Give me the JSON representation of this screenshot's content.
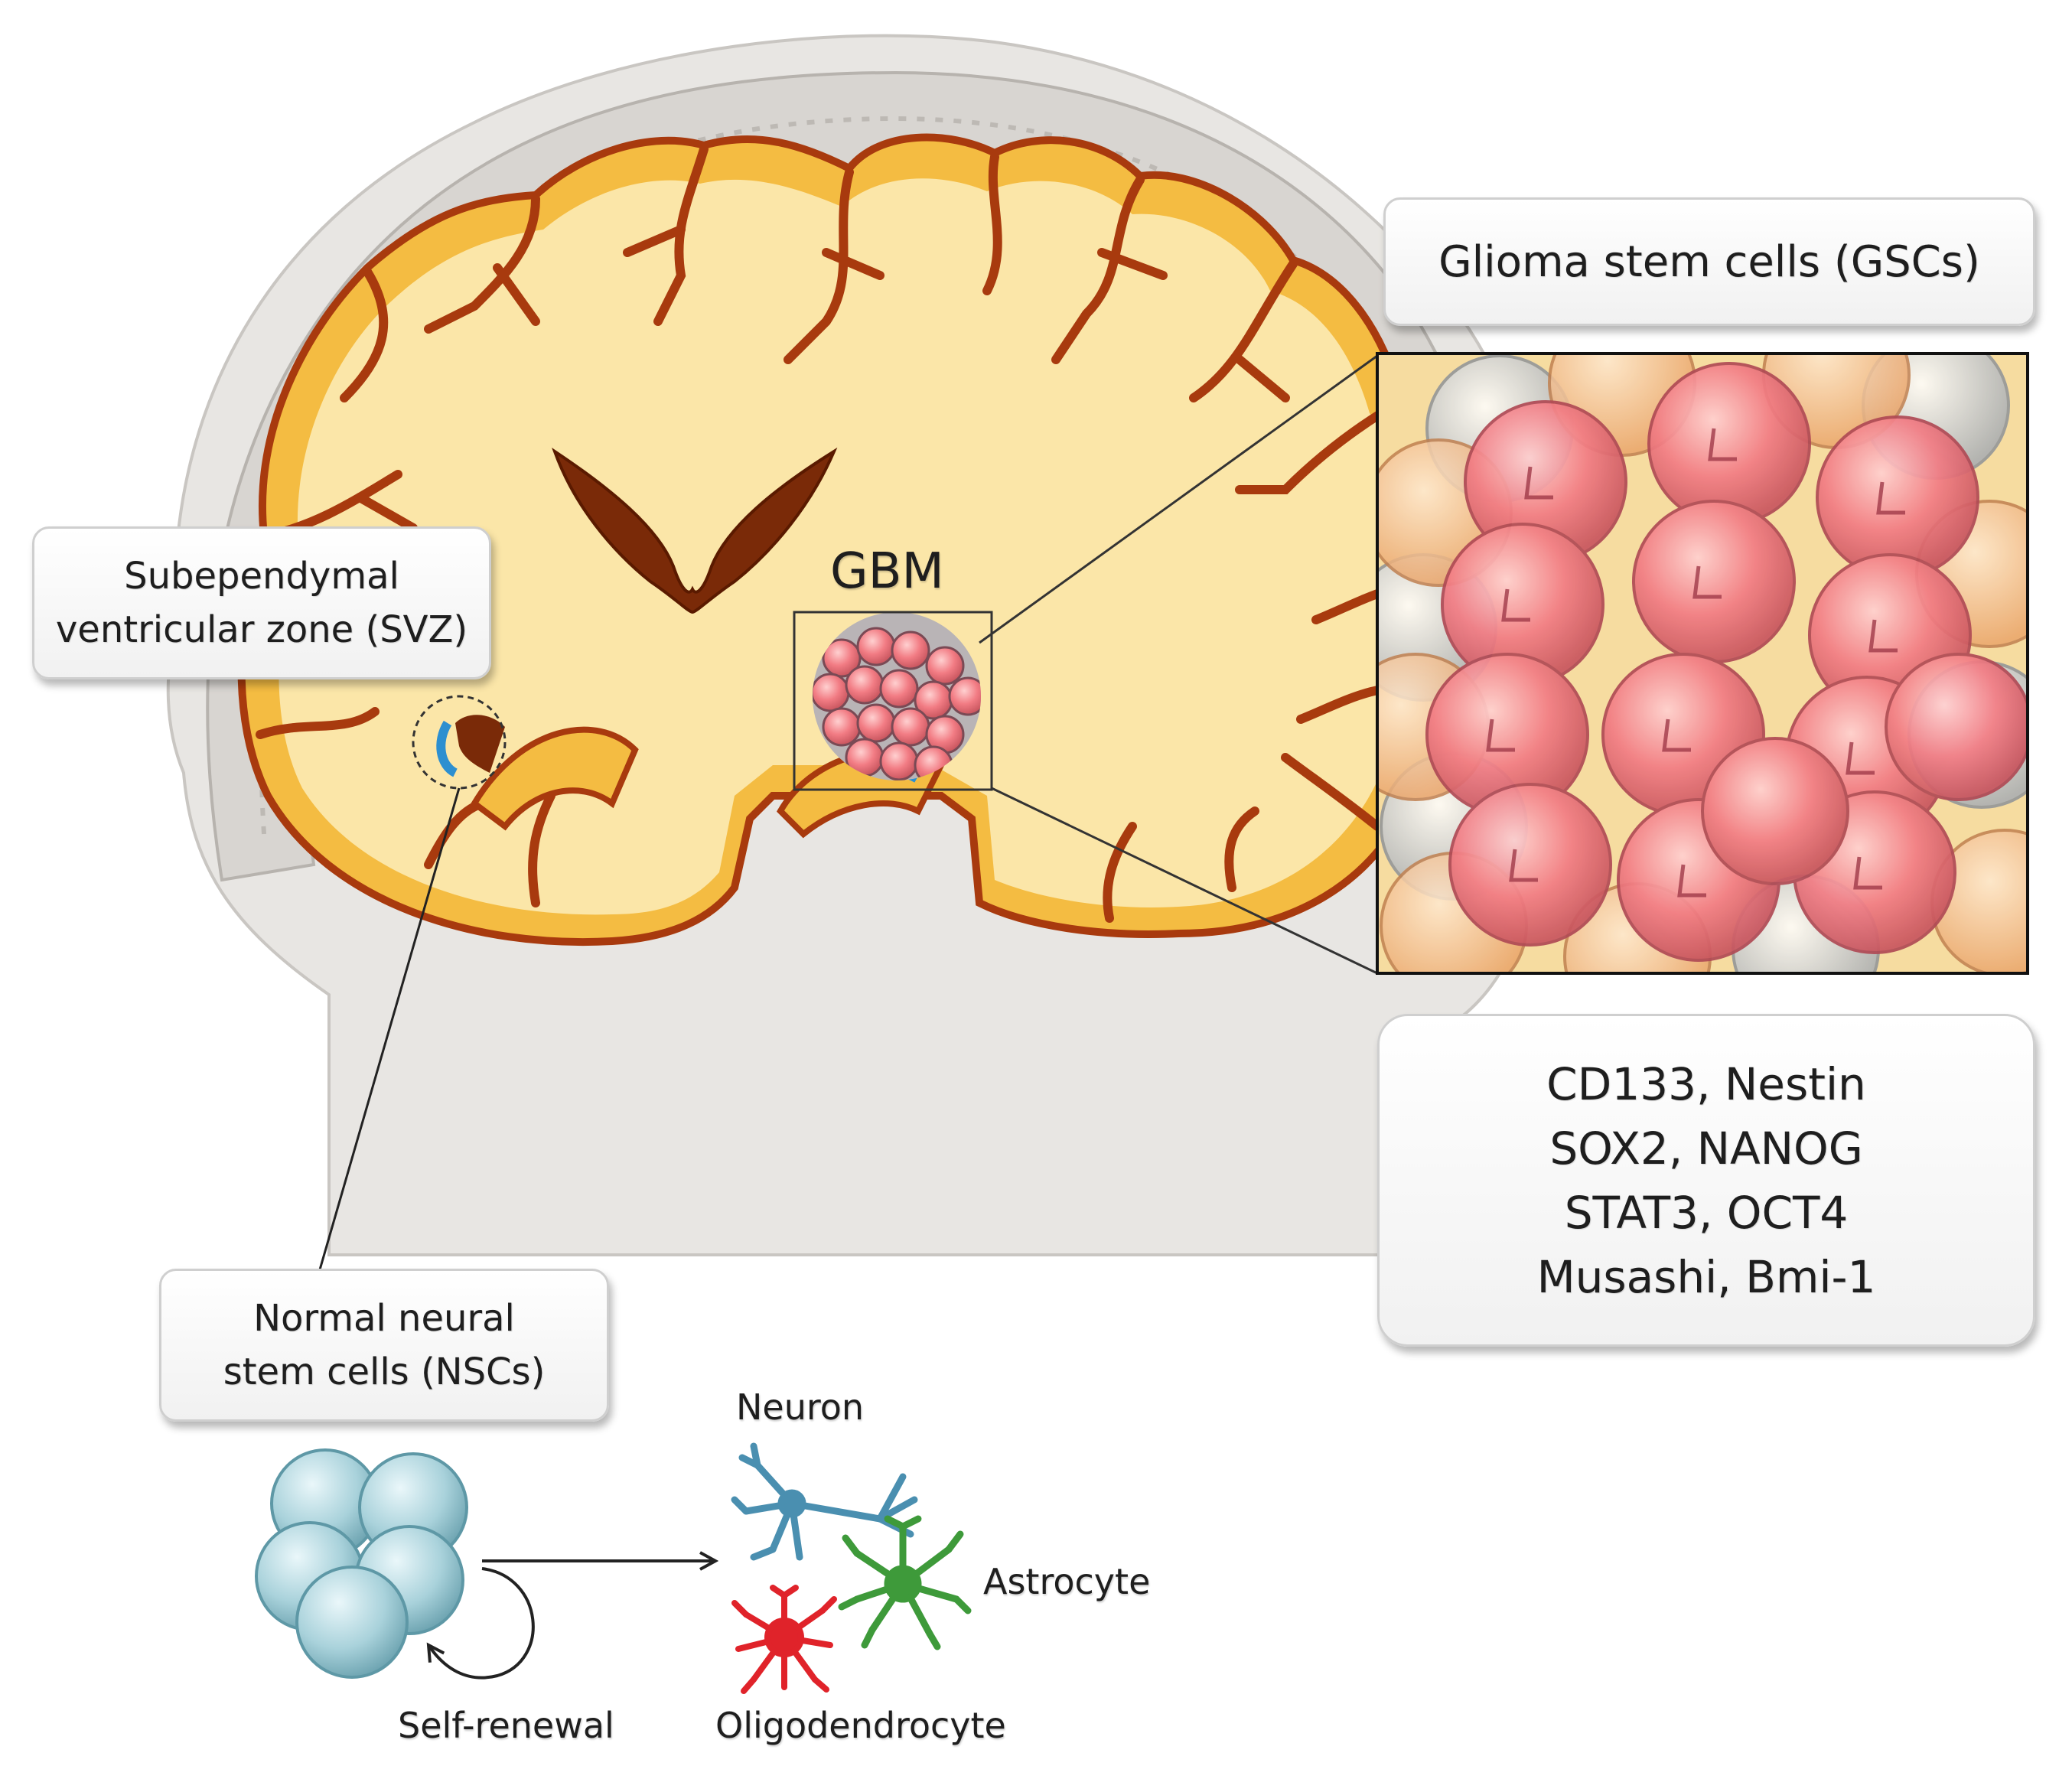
{
  "labels": {
    "svz_line1": "Subependymal",
    "svz_line2": "ventricular zone (SVZ)",
    "gbm": "GBM",
    "gsc_title": "Glioma stem cells (GSCs)",
    "nsc_line1": "Normal neural",
    "nsc_line2": "stem cells (NSCs)",
    "neuron": "Neuron",
    "astrocyte": "Astrocyte",
    "oligodendrocyte": "Oligodendrocyte",
    "self_renewal": "Self-renewal"
  },
  "markers": [
    "CD133, Nestin",
    "SOX2, NANOG",
    "STAT3, OCT4",
    "Musashi, Bmi-1"
  ],
  "colors": {
    "head": "#e6e4e1",
    "skull": "#d3d0cc",
    "white_matter": "#fbe6a8",
    "gray_matter": "#f4bc42",
    "sulci": "#a83a0e",
    "ventricle": "#7a2a08",
    "gsc_cell": "#f07880",
    "nsc_cell": "#a9d2db",
    "neuron": "#4a8fb0",
    "astrocyte": "#3e9a3a",
    "oligodendrocyte": "#e0232a",
    "svz_blue": "#2c8fd0"
  }
}
